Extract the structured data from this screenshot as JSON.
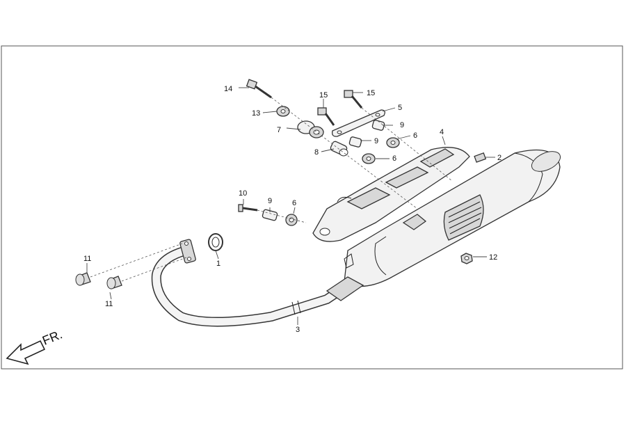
{
  "direction_label": "FR.",
  "callouts": {
    "c1": "1",
    "c2": "2",
    "c3": "3",
    "c4": "4",
    "c5": "5",
    "c6a": "6",
    "c6b": "6",
    "c6c": "6",
    "c7": "7",
    "c8": "8",
    "c9a": "9",
    "c9b": "9",
    "c9c": "9",
    "c10": "10",
    "c11a": "11",
    "c11b": "11",
    "c12": "12",
    "c13": "13",
    "c14": "14",
    "c15a": "15",
    "c15b": "15"
  }
}
